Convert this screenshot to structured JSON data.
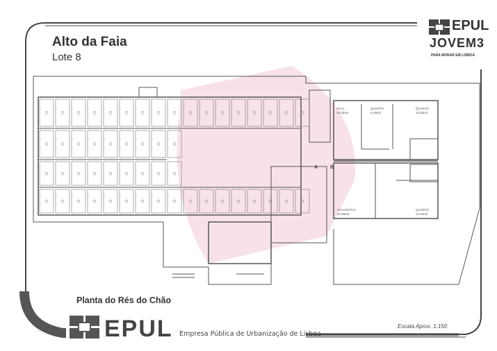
{
  "header": {
    "title": "Alto da Faia",
    "subtitle": "Lote 8"
  },
  "logo_top": {
    "brand": "EPUL",
    "word": "JOVEM3",
    "tagline": "PARA MORAR EM LISBOA"
  },
  "plan": {
    "caption": "Planta do Rés do Chão",
    "rooms": [
      {
        "name": "SALA",
        "area": "15.25m2"
      },
      {
        "name": "QUARTO",
        "area": "9.18m2"
      },
      {
        "name": "QUARTO",
        "area": "12.83m2"
      },
      {
        "name": "SALA/KITCH.",
        "area": "22.66m2"
      },
      {
        "name": "QUARTO",
        "area": "12.93m2"
      }
    ],
    "markers": [
      "A",
      "B"
    ]
  },
  "footer": {
    "brand": "EPUL",
    "org_name": "Empresa Pública de Urbanização de Lisboa",
    "scale": "Escala Aprox.  1:150"
  },
  "colors": {
    "line": "#555555",
    "watermark": "#f2c9d6",
    "frame": "#444444"
  }
}
